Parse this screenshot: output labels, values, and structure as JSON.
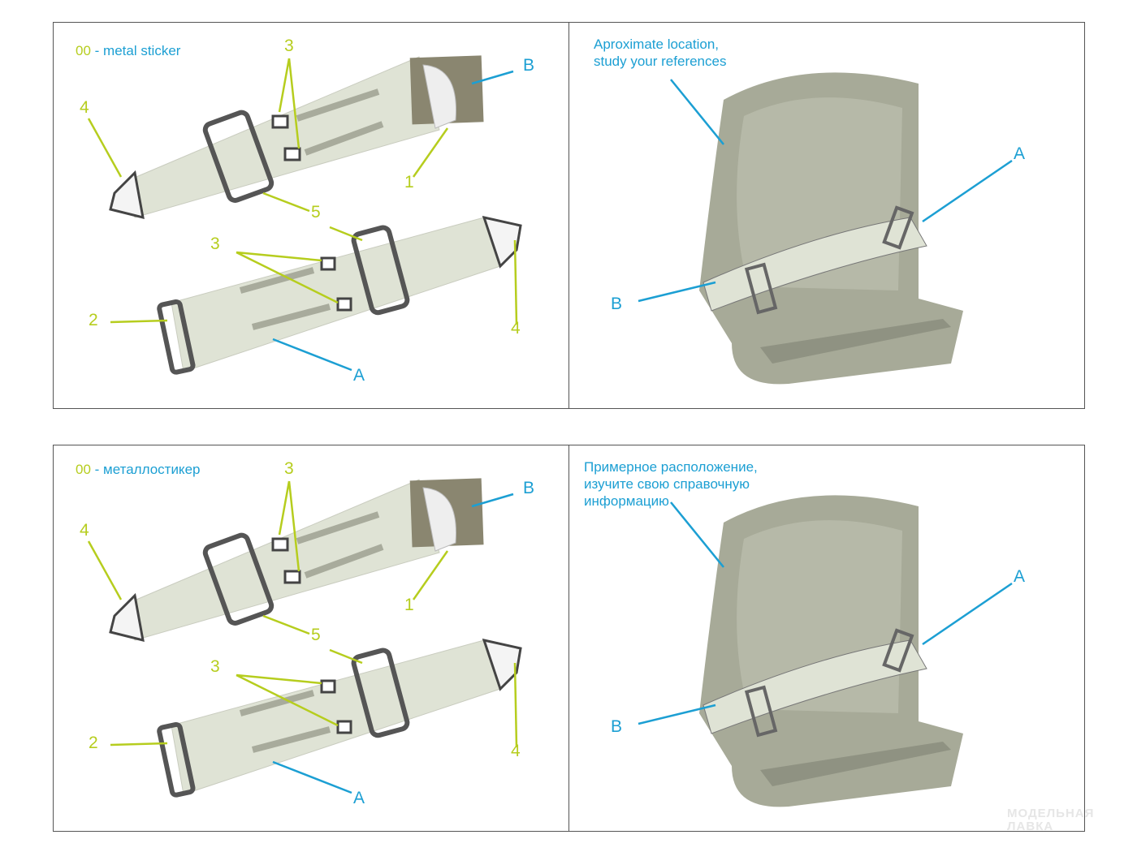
{
  "colors": {
    "callout_number": "#b6cd1e",
    "callout_letter": "#1c9fd3",
    "belt": "#dfe3d5",
    "seat": "#a7aa98"
  },
  "panels": [
    {
      "sticker_code": "00",
      "sticker_text": "- metal sticker",
      "location_note": "Aproximate location,\nstudy your references",
      "callouts": {
        "n3a": "3",
        "n4a": "4",
        "B": "B",
        "n1": "1",
        "n5": "5",
        "n3b": "3",
        "n2": "2",
        "n4b": "4",
        "A": "A"
      },
      "seat_callouts": {
        "A": "A",
        "B": "B"
      }
    },
    {
      "sticker_code": "00",
      "sticker_text": "- металлостикер",
      "location_note": "Примерное расположение,\nизучите свою справочную\nинформацию",
      "callouts": {
        "n3a": "3",
        "n4a": "4",
        "B": "B",
        "n1": "1",
        "n5": "5",
        "n3b": "3",
        "n2": "2",
        "n4b": "4",
        "A": "A"
      },
      "seat_callouts": {
        "A": "A",
        "B": "B"
      }
    }
  ],
  "watermark": "МОДЕЛЬНАЯ ЛАВКА"
}
